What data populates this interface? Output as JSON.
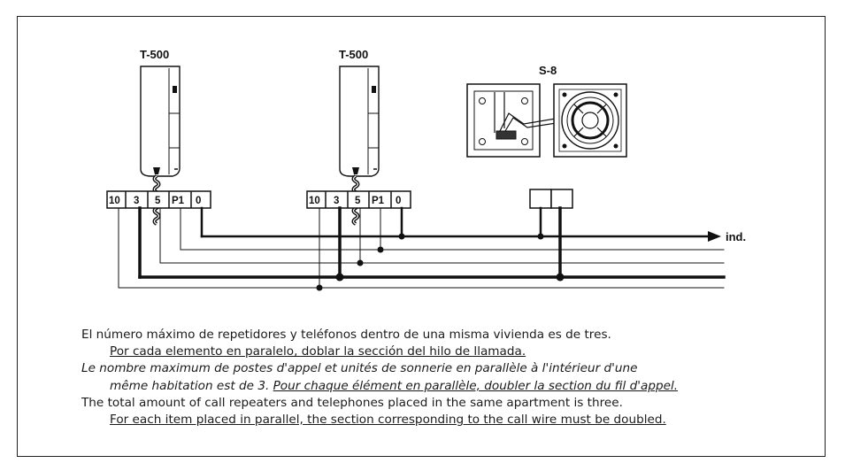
{
  "devices": {
    "phone_left": "T-500",
    "phone_right": "T-500",
    "repeater": "S-8"
  },
  "terminals": {
    "left": [
      "10",
      "3",
      "5",
      "P1",
      "0"
    ],
    "right": [
      "10",
      "3",
      "5",
      "P1",
      "0"
    ]
  },
  "bus": {
    "end_label": "ind."
  },
  "notes": {
    "es_line1": "El número máximo de repetidores y teléfonos dentro de una misma vivienda es de tres.",
    "es_line2": "Por cada elemento en paralelo, doblar la sección del hilo de llamada.",
    "fr_line1": "Le nombre maximum de postes d'appel et unités de sonnerie en parallèle à l'intérieur d'une",
    "fr_line2a": "même habitation est de 3. ",
    "fr_line2b": "Pour chaque élément en parallèle, doubler la section du fil d'appel.",
    "en_line1": "The total amount of call repeaters and telephones placed in the same apartment is three.",
    "en_line2": "For each item placed in parallel, the section corresponding to the call wire must be doubled."
  }
}
